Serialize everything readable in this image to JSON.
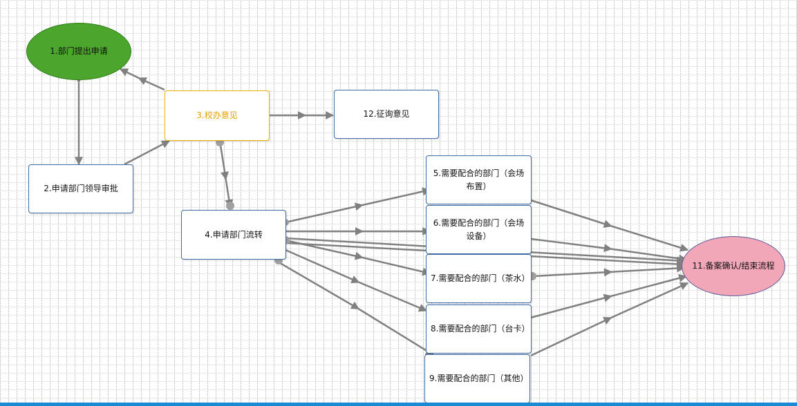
{
  "diagram": {
    "nodes": {
      "n1": "1.部门提出申请",
      "n2": "2.申请部门领导审批",
      "n3": "3.校办意见",
      "n4": "4.申请部门流转",
      "n5": "5.需要配合的部门（会场布置）",
      "n6": "6.需要配合的部门（会场设备）",
      "n7": "7.需要配合的部门（茶水）",
      "n8": "8.需要配合的部门（台卡）",
      "n9": "9.需要配合的部门（其他）",
      "n11": "11.备案确认/结束流程",
      "n12": "12.征询意见"
    },
    "colors": {
      "start_fill": "#4ca52c",
      "end_fill": "#f2a7b9",
      "task_border": "#3f6ca6",
      "selected_border": "#f0b400",
      "selected_text": "#e8a000",
      "connector": "#808080",
      "bottom_bar": "#1a8ad4"
    }
  }
}
